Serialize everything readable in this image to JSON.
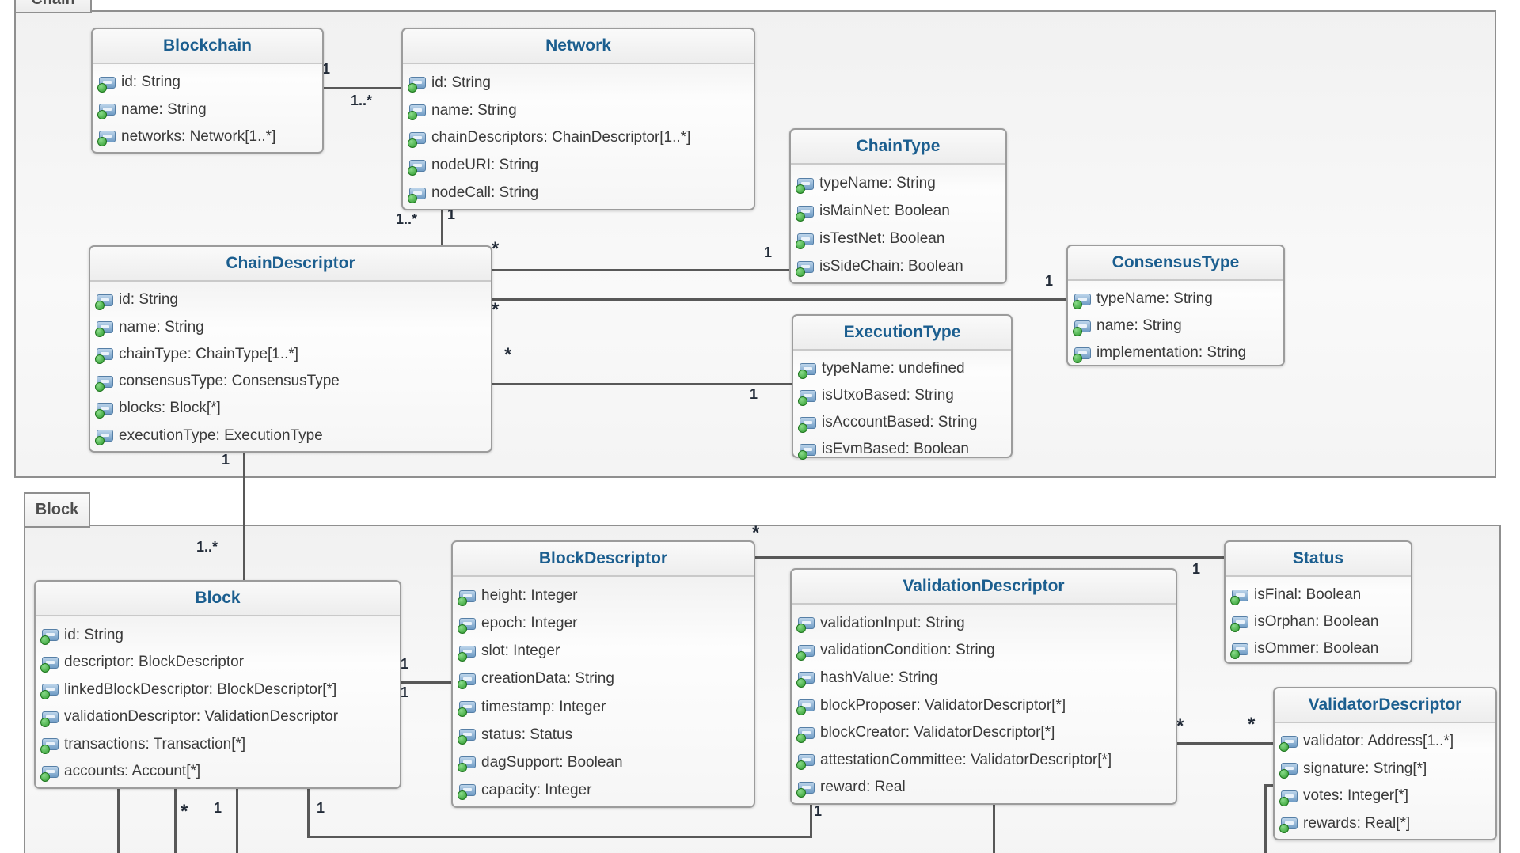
{
  "diagram": {
    "frames": [
      {
        "label": "Chain"
      },
      {
        "label": "Block"
      }
    ],
    "classes": [
      {
        "title": "Blockchain",
        "attributes": [
          "id: String",
          "name: String",
          "networks: Network[1..*]"
        ]
      },
      {
        "title": "Network",
        "attributes": [
          "id: String",
          "name: String",
          "chainDescriptors: ChainDescriptor[1..*]",
          "nodeURI: String",
          "nodeCall: String"
        ]
      },
      {
        "title": "ChainType",
        "attributes": [
          "typeName: String",
          "isMainNet: Boolean",
          "isTestNet: Boolean",
          "isSideChain: Boolean"
        ]
      },
      {
        "title": "ChainDescriptor",
        "attributes": [
          "id: String",
          "name: String",
          "chainType: ChainType[1..*]",
          "consensusType: ConsensusType",
          "blocks: Block[*]",
          "executionType: ExecutionType"
        ]
      },
      {
        "title": "ConsensusType",
        "attributes": [
          "typeName: String",
          "name: String",
          "implementation: String"
        ]
      },
      {
        "title": "ExecutionType",
        "attributes": [
          "typeName: undefined",
          "isUtxoBased: String",
          "isAccountBased: String",
          "isEvmBased: Boolean"
        ]
      },
      {
        "title": "Block",
        "attributes": [
          "id: String",
          "descriptor: BlockDescriptor",
          "linkedBlockDescriptor: BlockDescriptor[*]",
          "validationDescriptor: ValidationDescriptor",
          "transactions: Transaction[*]",
          "accounts: Account[*]"
        ]
      },
      {
        "title": "BlockDescriptor",
        "attributes": [
          "height: Integer",
          "epoch: Integer",
          "slot: Integer",
          "creationData: String",
          "timestamp: Integer",
          "status: Status",
          "dagSupport: Boolean",
          "capacity: Integer"
        ]
      },
      {
        "title": "ValidationDescriptor",
        "attributes": [
          "validationInput: String",
          "validationCondition: String",
          "hashValue: String",
          "blockProposer: ValidatorDescriptor[*]",
          "blockCreator: ValidatorDescriptor[*]",
          "attestationCommittee: ValidatorDescriptor[*]",
          "reward: Real"
        ]
      },
      {
        "title": "Status",
        "attributes": [
          "isFinal: Boolean",
          "isOrphan: Boolean",
          "isOmmer: Boolean"
        ]
      },
      {
        "title": "ValidatorDescriptor",
        "attributes": [
          "validator: Address[1..*]",
          "signature: String[*]",
          "votes: Integer[*]",
          "rewards: Real[*]"
        ]
      }
    ],
    "multiplicities": [
      "1",
      "1..*",
      "1..*",
      "1",
      "*",
      "1",
      "*",
      "1",
      "*",
      "1",
      "1",
      "1..*",
      "1",
      "1",
      "*",
      "1",
      "*",
      "*",
      "*",
      "1",
      "1",
      "1"
    ]
  }
}
